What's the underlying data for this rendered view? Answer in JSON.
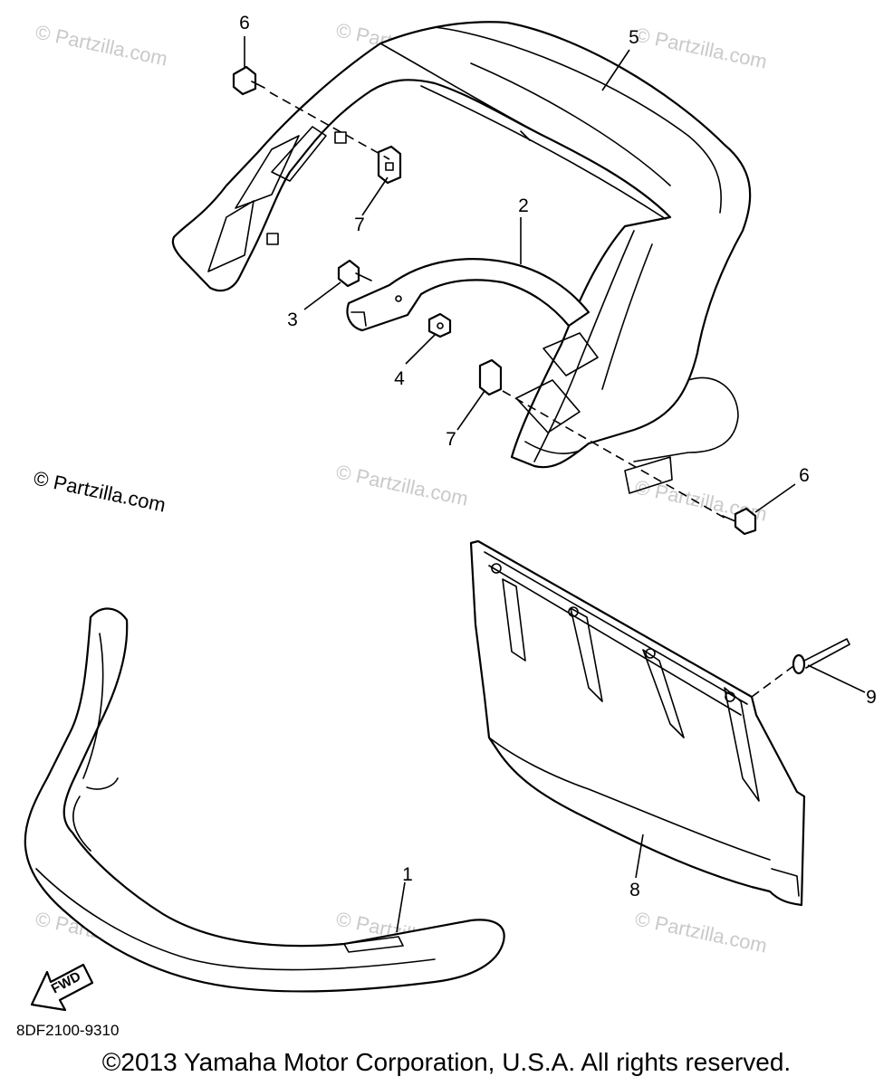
{
  "diagram": {
    "callouts": [
      "1",
      "2",
      "3",
      "4",
      "5",
      "6",
      "6",
      "7",
      "7",
      "8",
      "9"
    ],
    "watermark": "© Partzilla.com",
    "fwd_label": "FWD",
    "part_code": "8DF2100-9310",
    "copyright": "©2013  Yamaha Motor Corporation, U.S.A. All rights reserved."
  }
}
